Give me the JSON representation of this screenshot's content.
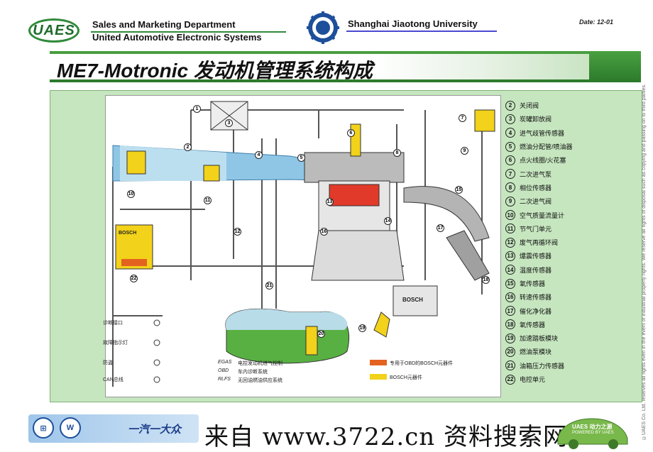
{
  "header": {
    "logo_text": "UAES",
    "department": "Sales and Marketing Department",
    "company": "United Automotive Electronic Systems",
    "university": "Shanghai Jiaotong University",
    "date": "Date: 12-01"
  },
  "title": "ME7-Motronic 发动机管理系统构成",
  "legend": [
    {
      "num": "2",
      "label": "关闭阀"
    },
    {
      "num": "3",
      "label": "炭罐卸放阀"
    },
    {
      "num": "4",
      "label": "进气歧管传感器"
    },
    {
      "num": "5",
      "label": "燃油分配管/喷油器"
    },
    {
      "num": "6",
      "label": "点火线圈/火花塞"
    },
    {
      "num": "7",
      "label": "二次进气泵"
    },
    {
      "num": "8",
      "label": "相位传感器"
    },
    {
      "num": "9",
      "label": "二次进气阀"
    },
    {
      "num": "10",
      "label": "空气质量流量计"
    },
    {
      "num": "11",
      "label": "节气门单元"
    },
    {
      "num": "12",
      "label": "废气再循环阀"
    },
    {
      "num": "13",
      "label": "爆震传感器"
    },
    {
      "num": "14",
      "label": "温度传感器"
    },
    {
      "num": "15",
      "label": "氧传感器"
    },
    {
      "num": "16",
      "label": "转速传感器"
    },
    {
      "num": "17",
      "label": "催化净化器"
    },
    {
      "num": "18",
      "label": "氧传感器"
    },
    {
      "num": "19",
      "label": "加速踏板模块"
    },
    {
      "num": "20",
      "label": "燃油泵模块"
    },
    {
      "num": "21",
      "label": "油箱压力传感器"
    },
    {
      "num": "22",
      "label": "电控单元"
    }
  ],
  "diagram": {
    "left_labels": [
      "诊断接口",
      "故障指示灯",
      "防盗",
      "CAN总线"
    ],
    "abbrev": [
      {
        "code": "EGAS",
        "desc": "电控发动机进气控制"
      },
      {
        "code": "OBD",
        "desc": "车内诊断系统"
      },
      {
        "code": "RLFS",
        "desc": "无回油燃油供应系统"
      }
    ],
    "key": [
      {
        "color": "#e4621f",
        "label": "专用于OBD的BOSCH元器件"
      },
      {
        "color": "#f2d21a",
        "label": "BOSCH元器件"
      }
    ],
    "ecu_brand": "BOSCH",
    "battery_brand": "BOSCH",
    "callouts": [
      "1",
      "2",
      "3",
      "4",
      "5",
      "6",
      "7",
      "8",
      "9",
      "10",
      "11",
      "12",
      "13",
      "14",
      "15",
      "16",
      "17",
      "18",
      "19",
      "20",
      "21",
      "22"
    ]
  },
  "footer": {
    "brand_cn": "一汽一大众",
    "watermark": "来自 www.3722.cn 资料搜索网",
    "car_text": "UAES 动力之源",
    "car_sub": "POWERED BY UAES"
  },
  "side_note": "©UAES Co. Ltd. reserves all rights even in the event of industrial property rights. We reserve all rights of disposal such as copying and passing on to third parties."
}
